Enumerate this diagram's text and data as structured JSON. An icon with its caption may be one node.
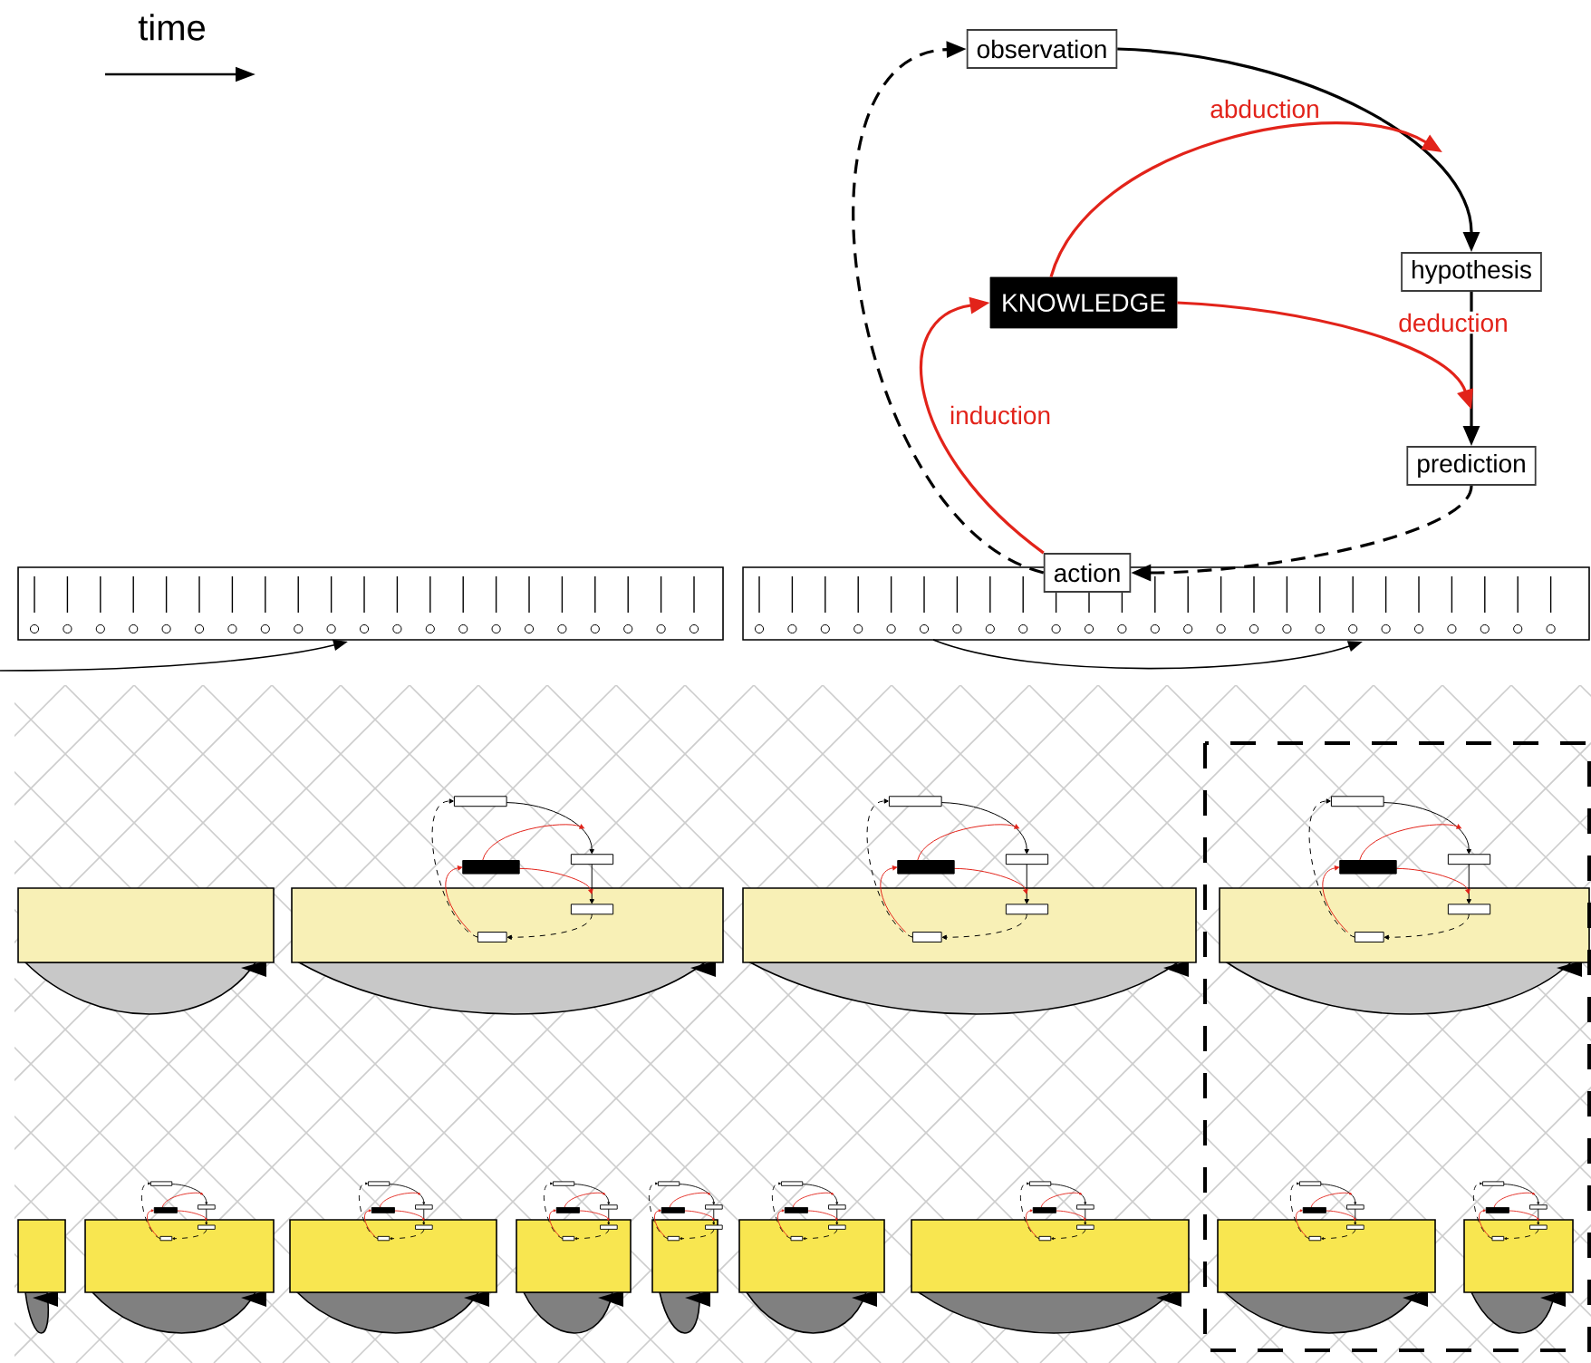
{
  "diagram": {
    "nodes": [
      {
        "text": [
          "observation"
        ]
      },
      {
        "text": [
          "hypothesis"
        ]
      },
      {
        "text": [
          "KNOWLEDGE"
        ]
      },
      {
        "text": [
          "prediction"
        ]
      },
      {
        "text": [
          "action"
        ]
      }
    ],
    "edges": [
      {
        "from": 0,
        "to": 1,
        "arrow": "to"
      },
      {
        "from": 1,
        "to": 3,
        "arrow": "to"
      },
      {
        "from": 3,
        "to": 4,
        "arrow": "to",
        "style": "dashed"
      },
      {
        "from": 4,
        "to": 0,
        "arrow": "to",
        "style": "dashed"
      },
      {
        "from": 2,
        "to": null,
        "arrow": "to",
        "label": "abduction",
        "color": "#e2231a"
      },
      {
        "from": 2,
        "to": null,
        "arrow": "to",
        "label": "deduction",
        "color": "#e2231a"
      },
      {
        "from": 4,
        "to": 2,
        "arrow": "to",
        "label": "induction",
        "color": "#e2231a"
      }
    ],
    "labels": [
      "time"
    ]
  }
}
